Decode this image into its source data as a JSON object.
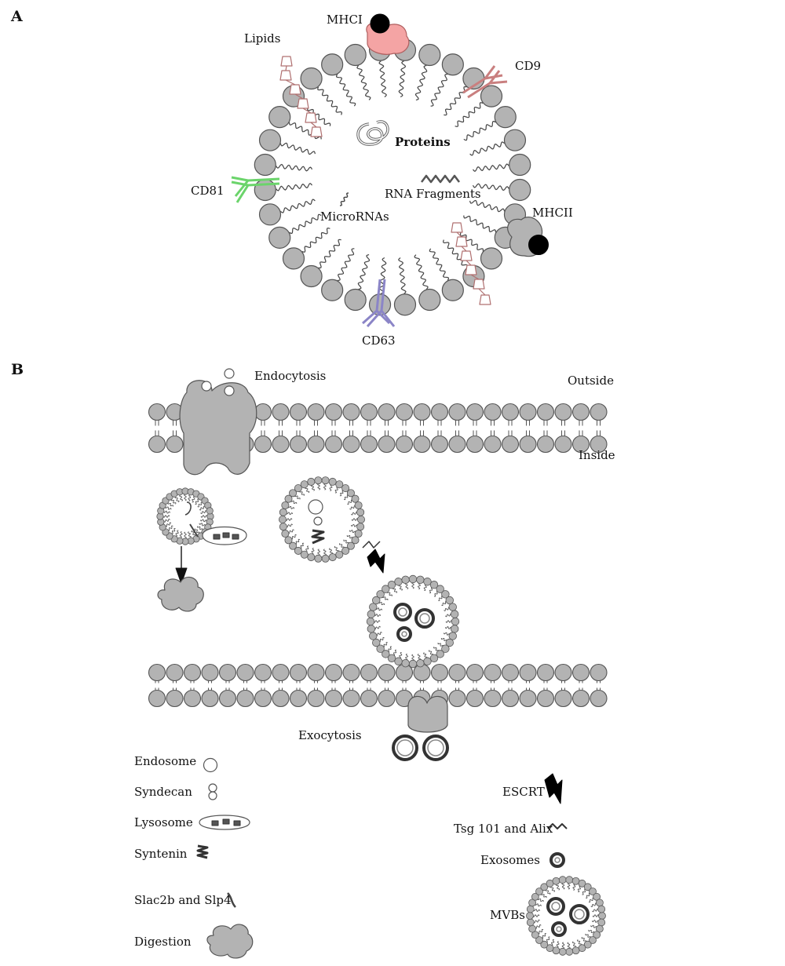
{
  "panel_a": {
    "letter": "A",
    "labels": {
      "mhc1": "MHCI",
      "lipids": "Lipids",
      "cd9": "CD9",
      "proteins": "Proteins",
      "cd81": "CD81",
      "rna": "RNA Fragments",
      "micro": "MicroRNAs",
      "mhc2": "MHCII",
      "cd63": "CD63"
    }
  },
  "panel_b": {
    "letter": "B",
    "labels": {
      "endocytosis": "Endocytosis",
      "outside": "Outside",
      "inside": "Inside",
      "exocytosis": "Exocytosis"
    },
    "legend_left": [
      "Endosome",
      "Syndecan",
      "Lysosome",
      "Syntenin",
      "Slac2b and Slp4",
      "Digestion"
    ],
    "legend_right": [
      "ESCRT",
      "Tsg 101 and Alix",
      "Exosomes",
      "MVBs"
    ]
  },
  "colors": {
    "head_fill": "#b3b3b3",
    "stroke": "#555555",
    "mhc1_fill": "#f4a4a4",
    "cd9_stroke": "#c97f7f",
    "cd81_stroke": "#6bd46b",
    "cd63_stroke": "#8b85c7",
    "lipid_stroke": "#b07070"
  }
}
